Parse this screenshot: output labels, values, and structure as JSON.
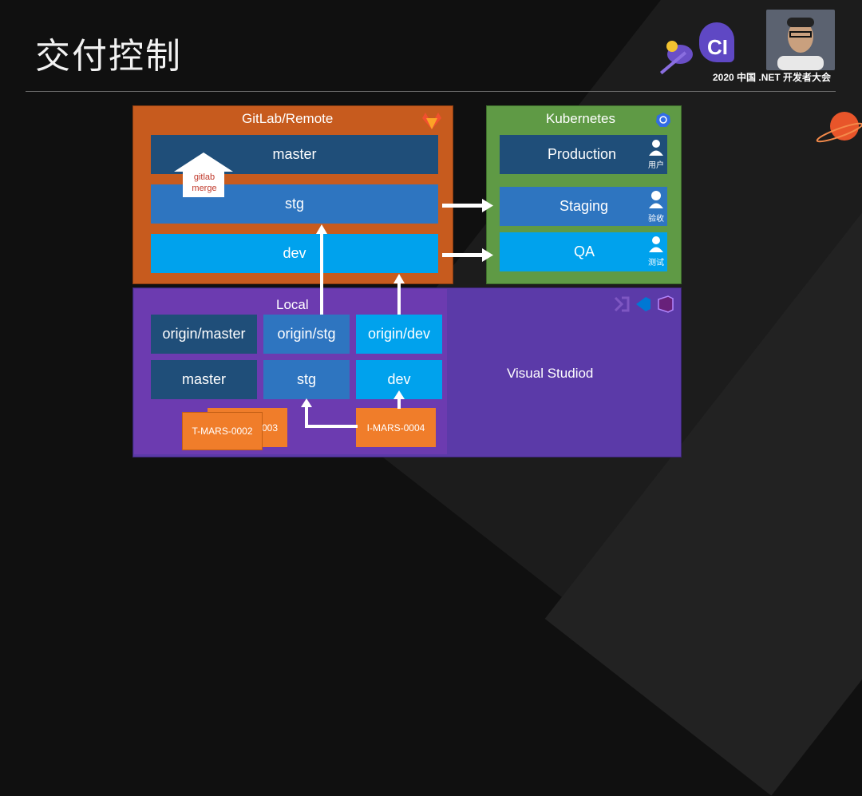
{
  "slide_title": "交付控制",
  "conference": "2020 中国 .NET 开发者大会",
  "logo_text": "CI",
  "gitlab": {
    "title": "GitLab/Remote",
    "branches": [
      "master",
      "stg",
      "dev"
    ],
    "merge_label_line1": "gitlab",
    "merge_label_line2": "merge"
  },
  "kubernetes": {
    "title": "Kubernetes",
    "envs": [
      {
        "label": "Production",
        "role": "用户"
      },
      {
        "label": "Staging",
        "role": "验收"
      },
      {
        "label": "QA",
        "role": "测试"
      }
    ]
  },
  "local": {
    "title": "Local",
    "remote_refs": [
      "origin/master",
      "origin/stg",
      "origin/dev"
    ],
    "branches": [
      "master",
      "stg",
      "dev"
    ],
    "features": [
      "T-MARS-0002",
      "003",
      "I-MARS-0004"
    ],
    "ide_label": "Visual Studiod"
  },
  "colors": {
    "gitlab_bg": "#c75b1e",
    "k8s_bg": "#5f9a45",
    "local_bg": "#5b3aa8",
    "dark_blue": "#1f4e79",
    "mid_blue": "#2e75c0",
    "bright_blue": "#00a2ed",
    "feature_orange": "#f07d2a"
  }
}
